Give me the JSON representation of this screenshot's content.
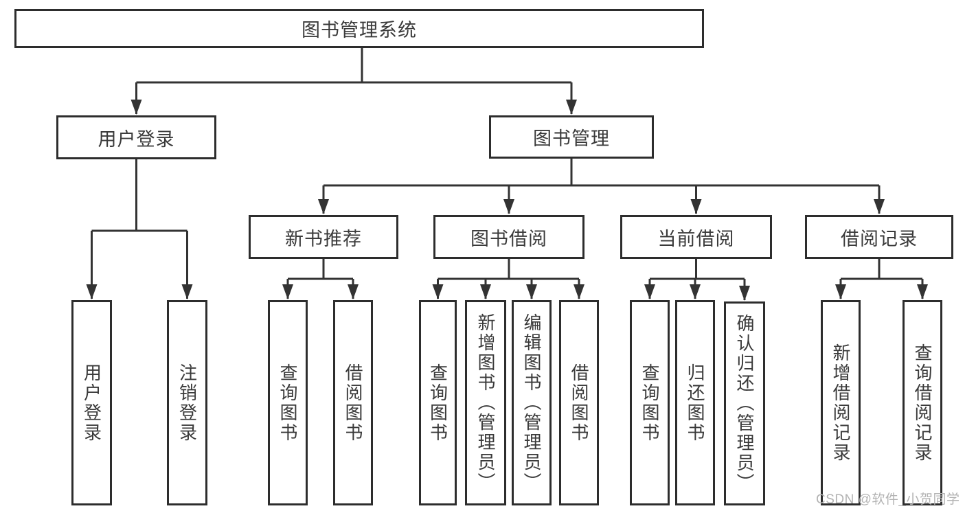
{
  "diagram": {
    "tree": {
      "label": "图书管理系统",
      "children": [
        {
          "label": "用户登录",
          "children": [
            {
              "label": "用户登录"
            },
            {
              "label": "注销登录"
            }
          ]
        },
        {
          "label": "图书管理",
          "children": [
            {
              "label": "新书推荐",
              "children": [
                {
                  "label": "查询图书"
                },
                {
                  "label": "借阅图书"
                }
              ]
            },
            {
              "label": "图书借阅",
              "children": [
                {
                  "label": "查询图书"
                },
                {
                  "label": "新增图书（管理员）"
                },
                {
                  "label": "编辑图书（管理员）"
                },
                {
                  "label": "借阅图书"
                }
              ]
            },
            {
              "label": "当前借阅",
              "children": [
                {
                  "label": "查询图书"
                },
                {
                  "label": "归还图书"
                },
                {
                  "label": "确认归还（管理员）"
                }
              ]
            },
            {
              "label": "借阅记录",
              "children": [
                {
                  "label": "新增借阅记录"
                },
                {
                  "label": "查询借阅记录"
                }
              ]
            }
          ]
        }
      ]
    },
    "style": {
      "line_color": "#333333",
      "box_border_color": "#2d2d2d",
      "text_color": "#3a3a3a",
      "watermark_color": "#b3b3b3"
    },
    "watermark": {
      "text": "CSDN @软件_小贺同学"
    }
  }
}
